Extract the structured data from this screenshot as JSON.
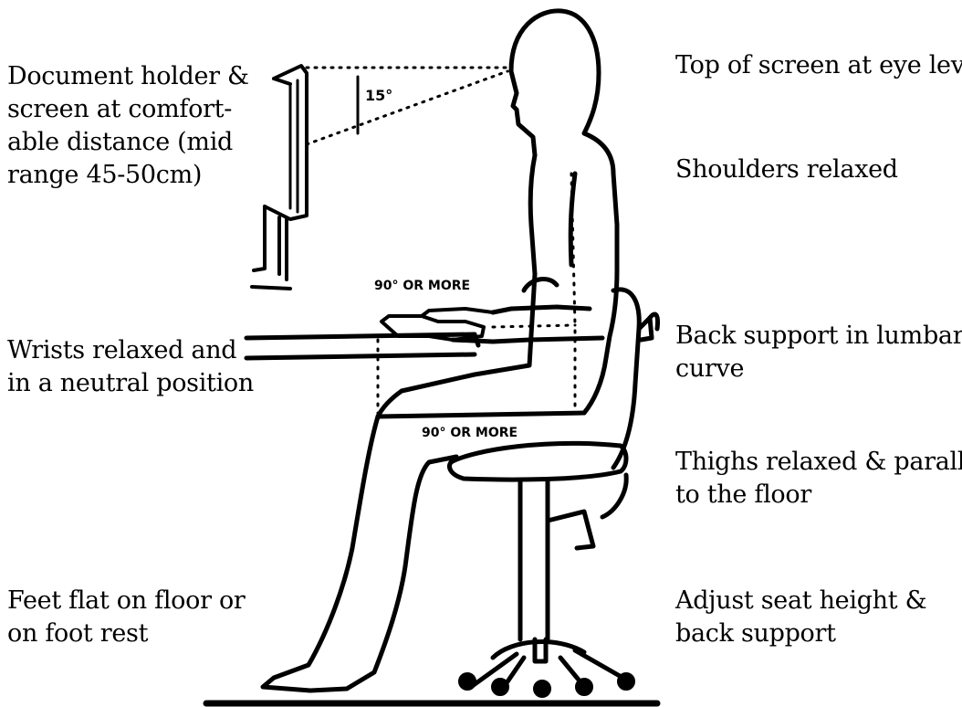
{
  "captions": {
    "document_holder": [
      "Document holder &",
      "screen at comfort-",
      "able distance (mid",
      "range 45-50cm)"
    ],
    "wrists": [
      "Wrists relaxed and",
      "in a neutral position"
    ],
    "feet": [
      "Feet flat on floor or",
      "on foot rest"
    ],
    "screen_top": [
      "Top of screen at eye level"
    ],
    "shoulders": [
      "Shoulders relaxed"
    ],
    "back_support": [
      "Back support in lumbar",
      "curve"
    ],
    "thighs": [
      "Thighs relaxed & parallel",
      "to the floor"
    ],
    "seat_height": [
      "Adjust seat height &",
      "back support"
    ]
  },
  "annotations": {
    "viewing_angle": "15°",
    "elbow_angle": "90° OR MORE",
    "hip_angle": "90° OR MORE"
  },
  "colors": {
    "ink": "#000000",
    "background": "#ffffff"
  }
}
